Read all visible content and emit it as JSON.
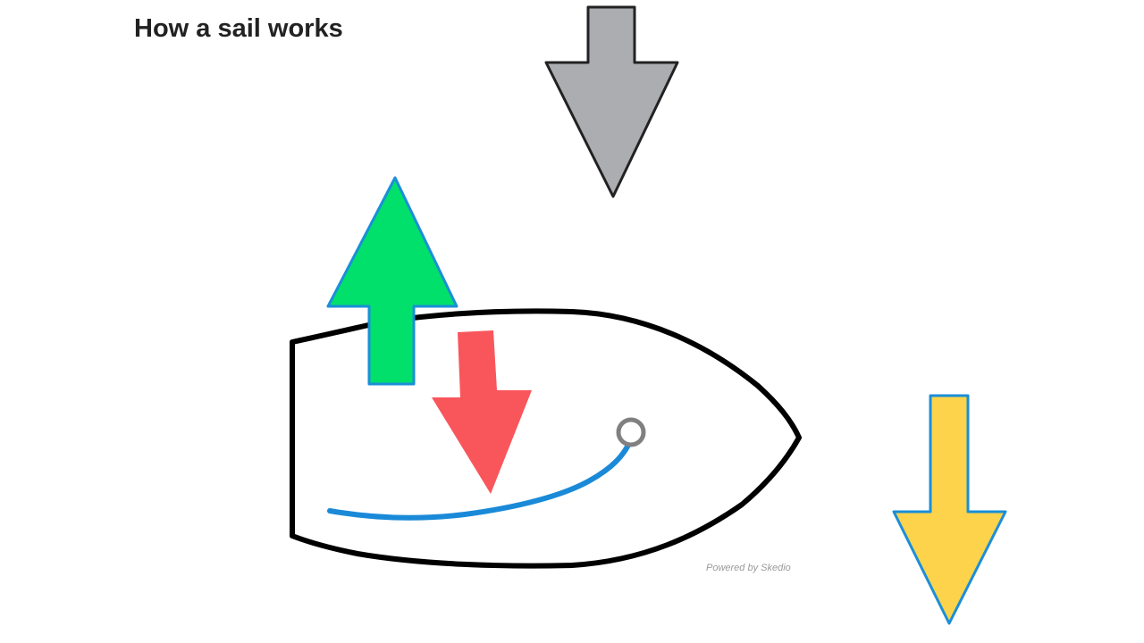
{
  "diagram": {
    "title": "How a sail works",
    "credit": "Powered by Skedio",
    "elements": [
      {
        "name": "wind-arrow",
        "shape": "arrow-down",
        "fill": "#acadb1",
        "stroke": "#222222"
      },
      {
        "name": "lift-arrow",
        "shape": "arrow-up",
        "fill": "#00e06a",
        "stroke": "#1a8fd8"
      },
      {
        "name": "heel-force-arrow",
        "shape": "arrow-down",
        "fill": "#f9565c",
        "stroke": "none"
      },
      {
        "name": "keel-resistance-arrow",
        "shape": "arrow-down",
        "fill": "#fcd34a",
        "stroke": "#1a8fd8"
      },
      {
        "name": "boat-hull",
        "shape": "hull-outline",
        "fill": "none",
        "stroke": "#000000"
      },
      {
        "name": "sail-curve",
        "shape": "curve",
        "fill": "none",
        "stroke": "#1a8ad8"
      },
      {
        "name": "mast-circle",
        "shape": "ring",
        "fill": "#ffffff",
        "stroke": "#808080"
      }
    ]
  }
}
